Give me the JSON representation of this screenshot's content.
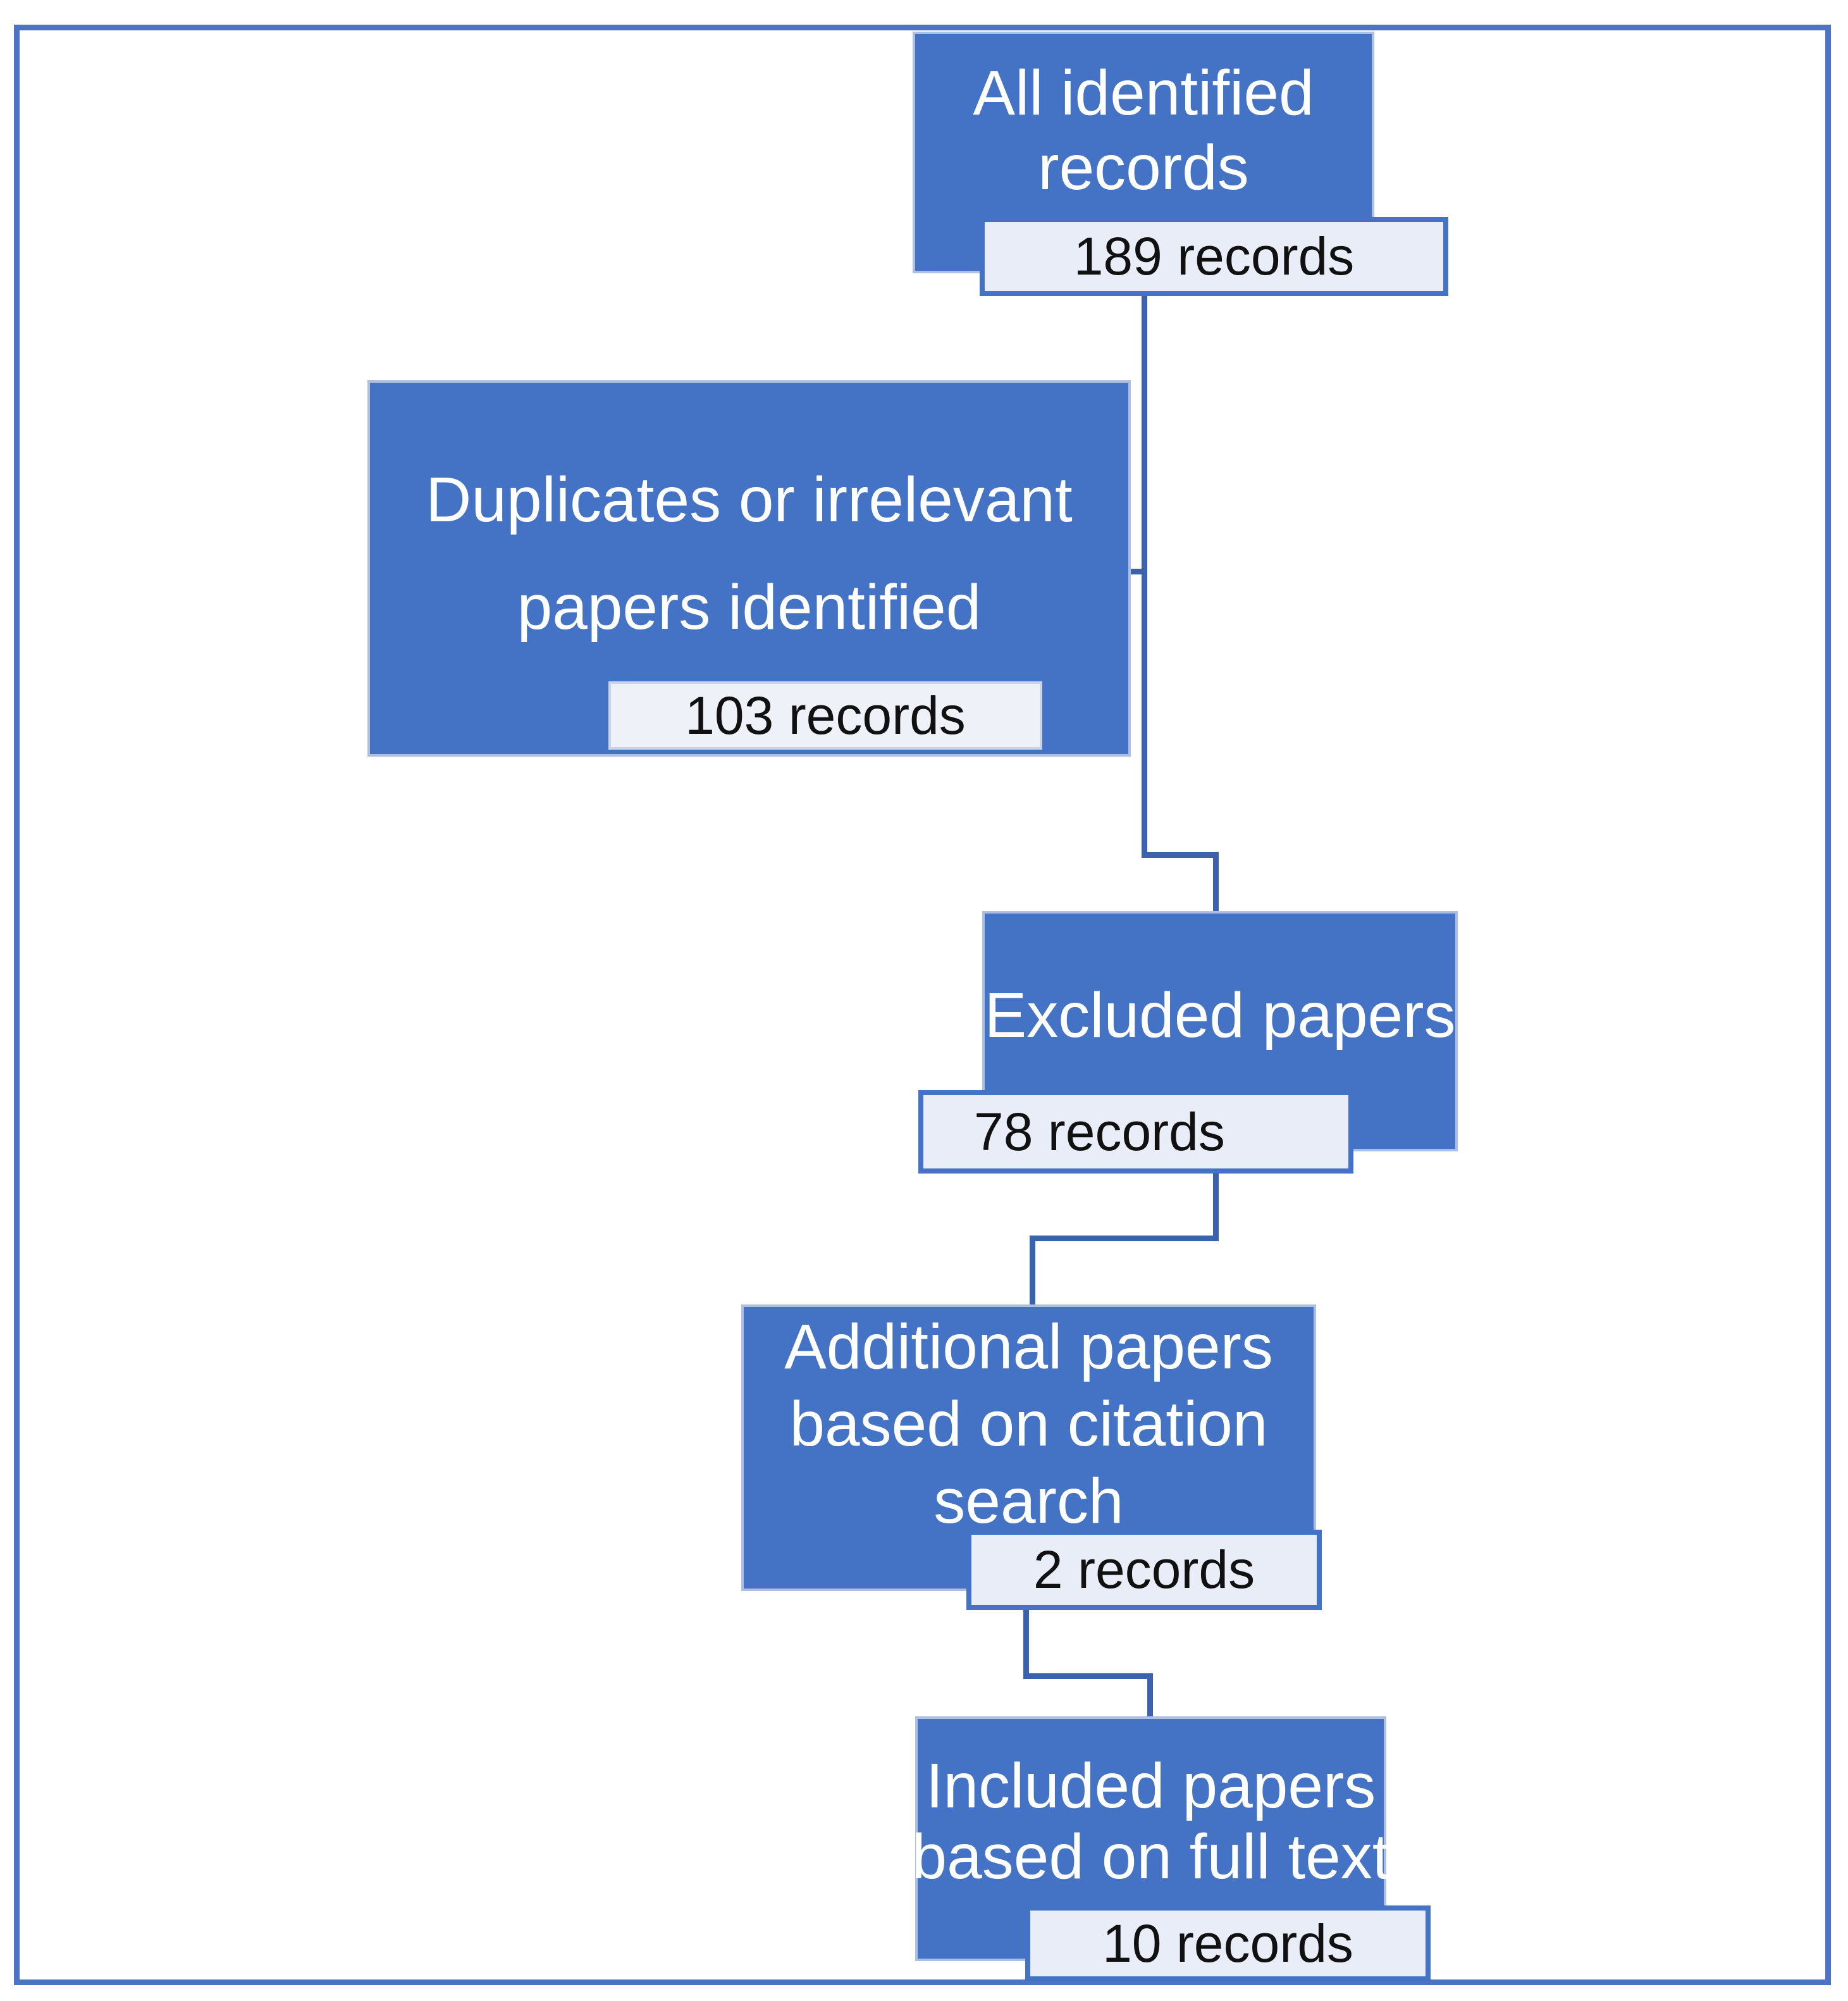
{
  "colors": {
    "box_fill": "#4472c4",
    "box_text": "#ffffff",
    "box_edge": "#aebfe4",
    "count_fill": "#e9edf7",
    "count_border": "#4472c4",
    "count_103_border": "#ccd3e2",
    "count_text": "#111111",
    "connector": "#3a62ad",
    "frame_border": "#4d74c4",
    "background": "#ffffff"
  },
  "flow": {
    "nodes": [
      {
        "id": "all-identified-records",
        "lines": [
          "All identified",
          "records"
        ],
        "count": "189 records"
      },
      {
        "id": "duplicates-or-irrelevant",
        "lines": [
          "Duplicates or irrelevant",
          "papers identified"
        ],
        "count": "103 records"
      },
      {
        "id": "excluded-papers",
        "lines": [
          "Excluded papers"
        ],
        "count": "78 records"
      },
      {
        "id": "additional-papers-citation-search",
        "lines": [
          "Additional papers",
          "based on citation",
          "search"
        ],
        "count": "2 records"
      },
      {
        "id": "included-papers-full-text",
        "lines": [
          "Included papers",
          "based on full text"
        ],
        "count": "10 records"
      }
    ]
  }
}
